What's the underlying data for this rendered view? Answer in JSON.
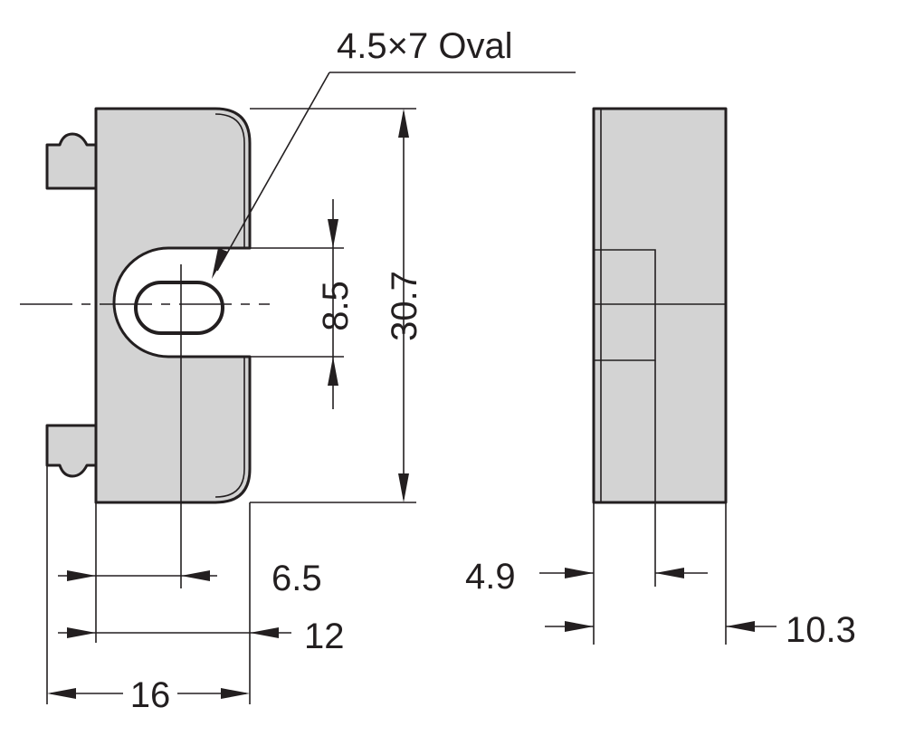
{
  "callout": {
    "hole_label": "4.5×7 Oval"
  },
  "dimensions": {
    "height_total": "30.7",
    "hole_height": "8.5",
    "hole_offset": "6.5",
    "body_width": "12",
    "overall_width": "16",
    "side_step": "4.9",
    "side_depth": "10.3"
  },
  "colors": {
    "part_fill": "#d3d3d3",
    "line": "#231f20"
  }
}
